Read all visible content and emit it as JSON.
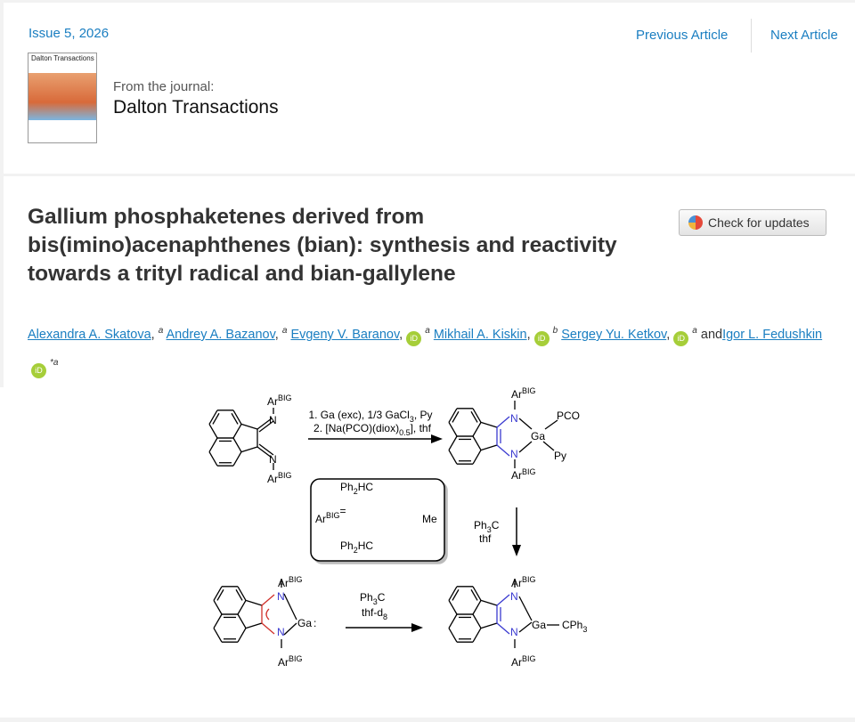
{
  "header": {
    "issue": "Issue 5, 2026",
    "previous": "Previous Article",
    "next": "Next Article",
    "cover_title": "Dalton Transactions",
    "from_label": "From the journal:",
    "journal": "Dalton Transactions"
  },
  "article": {
    "title": "Gallium phosphaketenes derived from bis(imino)acenaphthenes (bian): synthesis and reactivity towards a trityl radical and bian-gallylene",
    "check_updates": "Check for updates",
    "authors": [
      {
        "name": "Alexandra A. Skatova",
        "aff": "a",
        "orcid": false
      },
      {
        "name": "Andrey A. Bazanov",
        "aff": "a",
        "orcid": false
      },
      {
        "name": "Evgeny V. Baranov",
        "aff": "a",
        "orcid": true
      },
      {
        "name": "Mikhail A. Kiskin",
        "aff": "b",
        "orcid": true
      },
      {
        "name": "Sergey Yu. Ketkov",
        "aff": "a",
        "orcid": true
      },
      {
        "name": "Igor L. Fedushkin",
        "aff": "*a",
        "orcid": true
      }
    ],
    "and": "and",
    "orcid_label": "iD"
  },
  "scheme": {
    "ar": "Ar",
    "big": "BIG",
    "n": "N",
    "ga": "Ga",
    "pco": "PCO",
    "py": "Py",
    "step1": "1. Ga (exc), 1/3 GaCl",
    "step1b": "3",
    "step1c": ", Py",
    "step2": "2. [Na(PCO)(diox)",
    "step2b": "0.5",
    "step2c": "], thf",
    "ph2hc": "Ph",
    "sub2": "2",
    "hc": "HC",
    "eq": "=",
    "me": "Me",
    "ph3c": "Ph",
    "sub3": "3",
    "c": "C",
    "thf": "thf",
    "thfd": "thf-d",
    "d8": "8",
    "cph3": "CPh",
    "colon": ":"
  },
  "colors": {
    "link": "#1a7ec1",
    "blue": "#3a3ad0",
    "red": "#d0302a",
    "orcid": "#a6ce39"
  }
}
